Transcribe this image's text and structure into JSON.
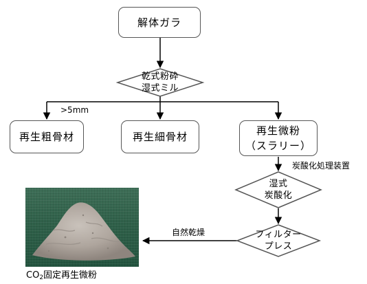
{
  "nodes": {
    "start": "解体ガラ",
    "crush": {
      "line1": "乾式粉砕",
      "line2": "湿式ミル"
    },
    "coarse": "再生粗骨材",
    "fine": "再生細骨材",
    "powder": {
      "line1": "再生微粉",
      "line2": "（スラリー）"
    },
    "carbonation": {
      "line1": "湿式",
      "line2": "炭酸化"
    },
    "filter": {
      "line1": "フィルター",
      "line2": "プレス"
    }
  },
  "notes": {
    "size": ">5mm",
    "device": "炭酸化処理装置",
    "drying": "自然乾燥"
  },
  "photo": {
    "caption_prefix": "CO",
    "caption_sub": "2",
    "caption_suffix": "固定再生微粉"
  },
  "colors": {
    "line": "#000000",
    "border": "#555555",
    "mat": "#2f6049",
    "powder": "#b3aaa3"
  }
}
